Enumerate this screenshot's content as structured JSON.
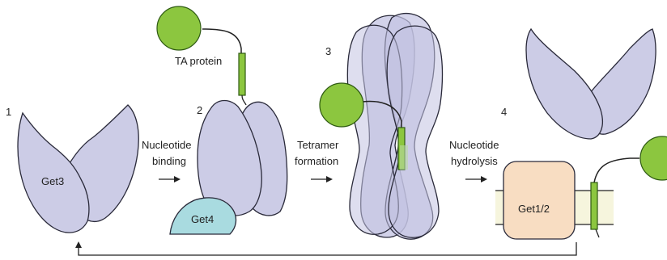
{
  "steps": [
    {
      "number": "1"
    },
    {
      "number": "2"
    },
    {
      "number": "3"
    },
    {
      "number": "4"
    }
  ],
  "labels": {
    "get3": "Get3",
    "get4": "Get4",
    "ta_protein": "TA protein",
    "get12": "Get1/2"
  },
  "transitions": [
    {
      "line1": "Nucleotide",
      "line2": "binding"
    },
    {
      "line1": "Tetramer",
      "line2": "formation"
    },
    {
      "line1": "Nucleotide",
      "line2": "hydrolysis"
    }
  ],
  "colors": {
    "get3_fill": "#cccce6",
    "get3_stroke": "#2a2a3a",
    "tetramer_fill": "#c3c3e2",
    "get4_fill": "#a9dbe0",
    "get12_fill": "#f8ddc2",
    "membrane_fill": "#f6f5dd",
    "ta_green": "#8cc63f",
    "ta_green_stroke": "#2e5a12",
    "arrow": "#222222"
  },
  "icons": {
    "transition_arrow": "right-arrow-icon",
    "cycle_arrow": "return-arrow-icon"
  }
}
